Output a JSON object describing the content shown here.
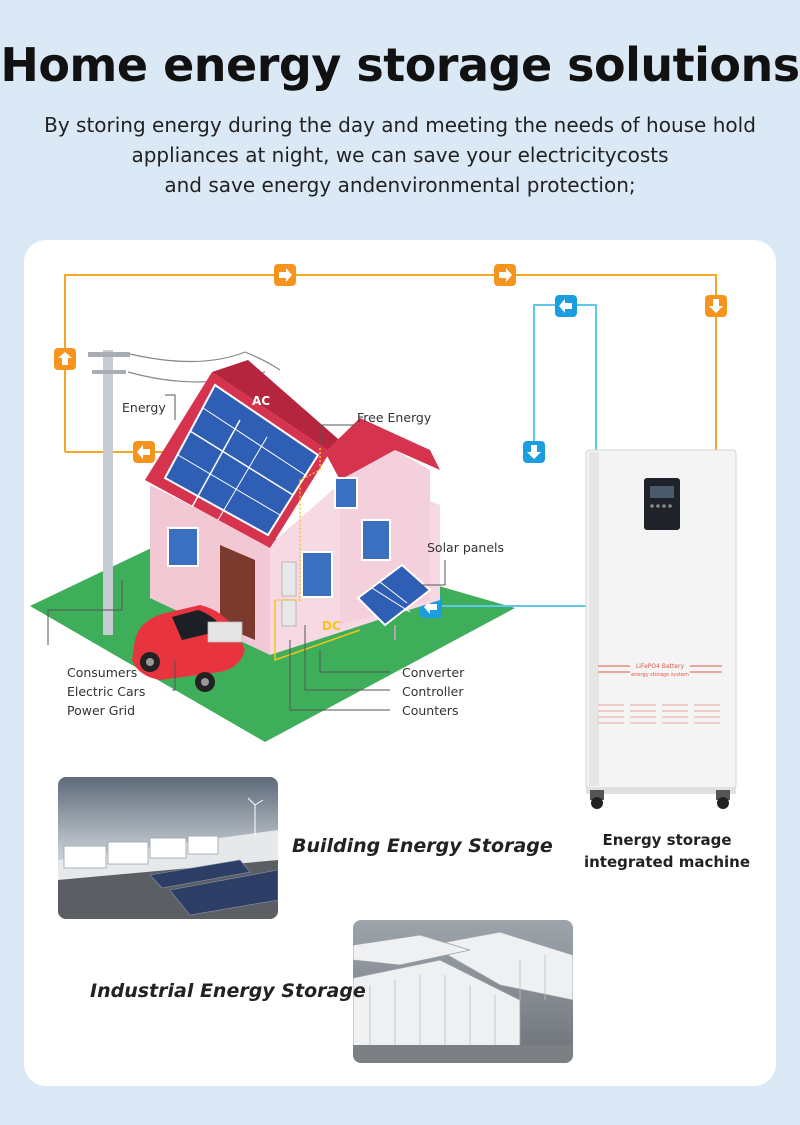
{
  "header": {
    "title": "Home energy storage solutions",
    "subtitle_lines": [
      "By storing energy during the day and meeting the needs of house hold",
      "appliances at night, we can save your electricitycosts",
      "and save energy andenvironmental protection;"
    ]
  },
  "diagram": {
    "labels": {
      "energy": "Energy",
      "ac": "AC",
      "free_energy": "Free Energy",
      "solar_panels": "Solar panels",
      "dc": "DC",
      "consumers": "Consumers",
      "electric_cars": "Electric Cars",
      "power_grid": "Power Grid",
      "converter": "Converter",
      "controller": "Controller",
      "counters": "Counters"
    },
    "battery_label_1": "LiFePO4 Battery",
    "battery_label_2": "energy storage system",
    "colors": {
      "ac_line": "#f5a623",
      "dc_line": "#5ec8e8",
      "arrow_orange": "#f7941d",
      "arrow_blue": "#1a9ee0",
      "grass": "#3fae5a",
      "roof": "#d6344e"
    }
  },
  "machine": {
    "caption_line1": "Energy storage",
    "caption_line2": "integrated machine"
  },
  "gallery": {
    "building_caption": "Building Energy Storage",
    "industrial_caption": "Industrial Energy Storage"
  }
}
